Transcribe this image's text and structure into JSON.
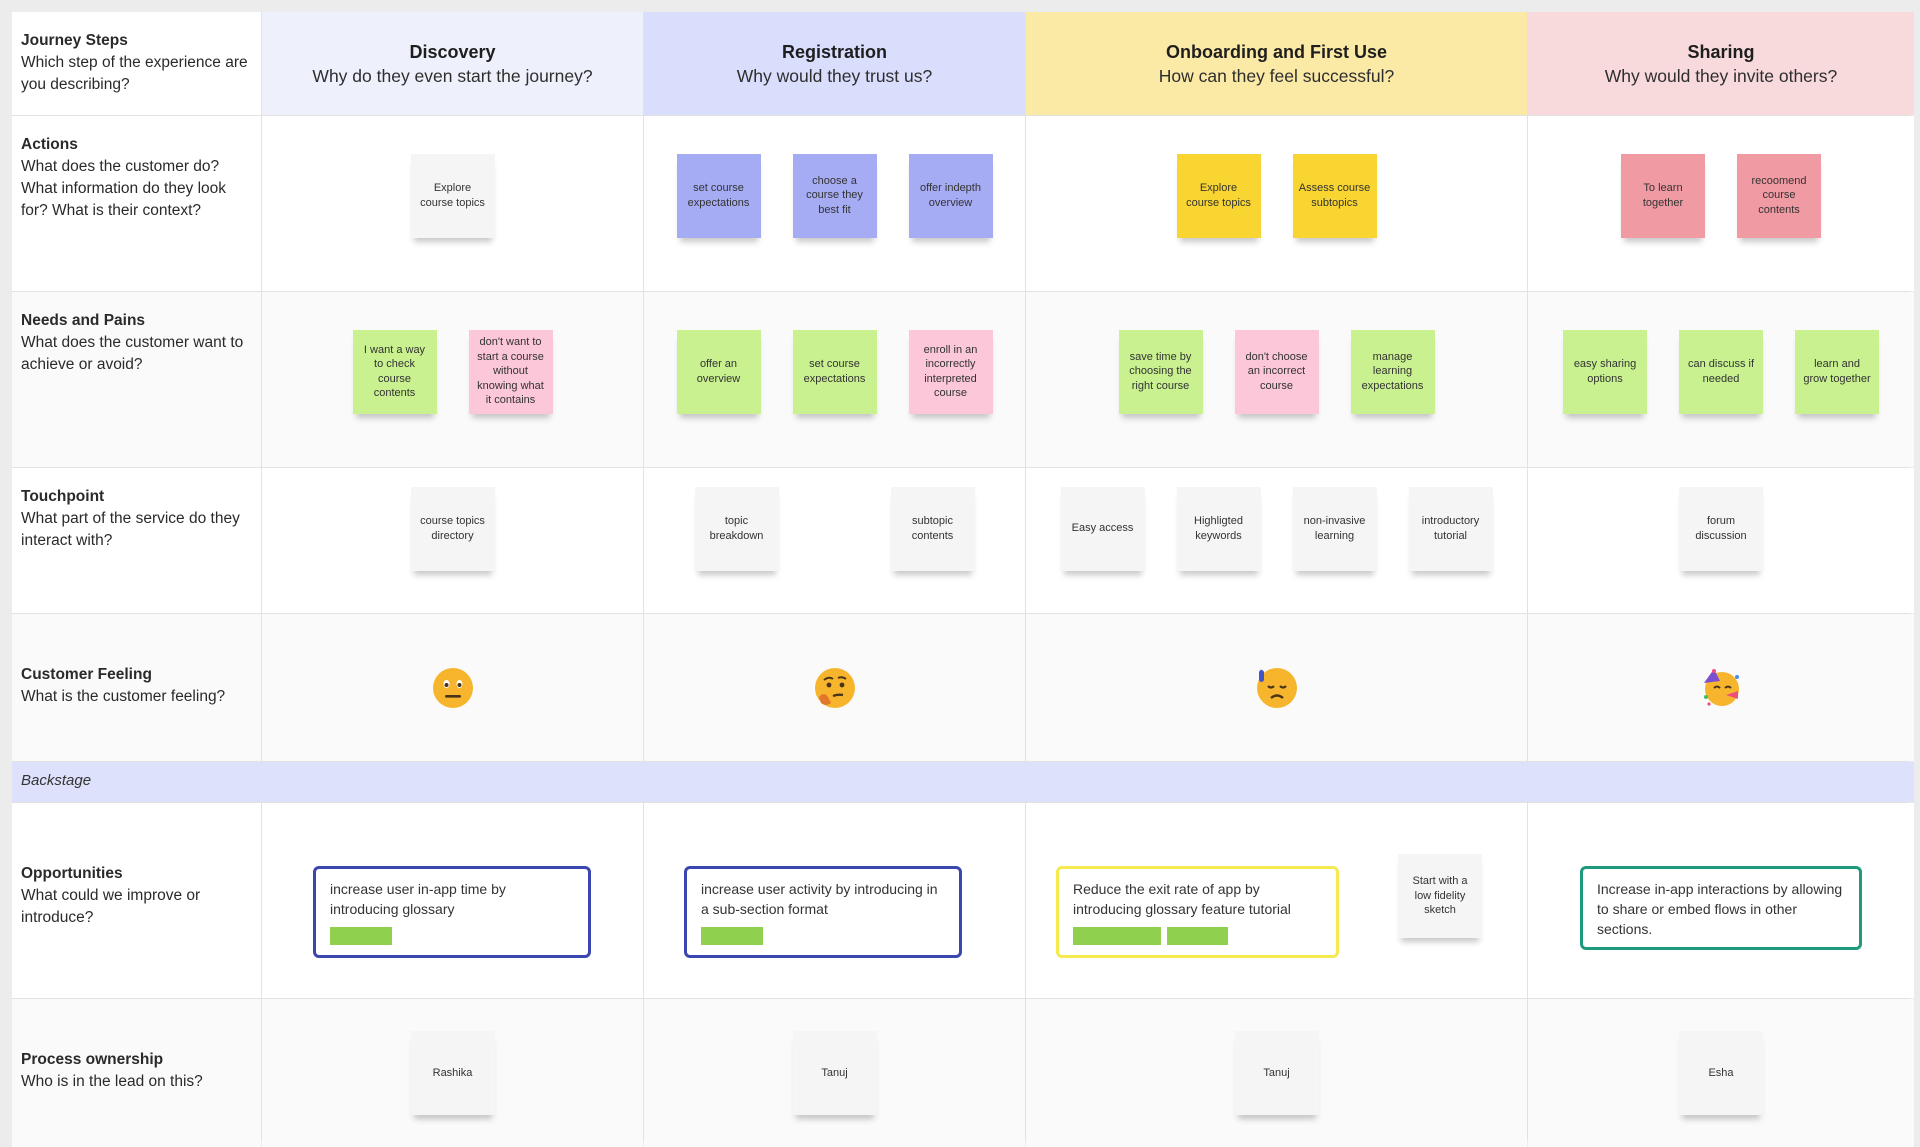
{
  "colors": {
    "discovery": "#eef0fc",
    "registration": "#d9defd",
    "onboarding": "#fbe9a6",
    "sharing": "#f8dadd",
    "backstage": "#dde1fb",
    "opp_blue": "#3c46b0",
    "opp_yellow": "#f4e94f",
    "opp_teal": "#1e9a7c",
    "tag_green": "#8fd14f"
  },
  "rows": [
    {
      "title": "Journey Steps",
      "subtitle": "Which step of the experience are you describing?"
    },
    {
      "title": "Actions",
      "subtitle": "What does the customer do? What information do they look for? What is their context?"
    },
    {
      "title": "Needs and Pains",
      "subtitle": "What does the customer want to achieve or avoid?"
    },
    {
      "title": "Touchpoint",
      "subtitle": "What part of the service do they interact with?"
    },
    {
      "title": "Customer Feeling",
      "subtitle": "What is the customer feeling?"
    },
    {
      "title": "Backstage",
      "subtitle": ""
    },
    {
      "title": "Opportunities",
      "subtitle": "What could we improve or introduce?"
    },
    {
      "title": "Process ownership",
      "subtitle": "Who is in the lead on this?"
    }
  ],
  "stages": [
    {
      "title": "Discovery",
      "question": "Why do they even start the journey?"
    },
    {
      "title": "Registration",
      "question": "Why would they trust us?"
    },
    {
      "title": "Onboarding and First Use",
      "question": "How can they feel successful?"
    },
    {
      "title": "Sharing",
      "question": "Why would they invite others?"
    }
  ],
  "actions": [
    [
      "Explore course topics"
    ],
    [
      "set course expectations",
      "choose a course they best fit",
      "offer indepth overview"
    ],
    [
      "Explore course topics",
      "Assess course subtopics"
    ],
    [
      "To learn together",
      "recoomend course contents"
    ]
  ],
  "needs": [
    [
      "I want a way to check course contents",
      "don't want to start a course without knowing what it contains"
    ],
    [
      "offer an overview",
      "set course expectations",
      "enroll in an incorrectly interpreted course"
    ],
    [
      "save time by choosing the right course",
      "don't choose an incorrect course",
      "manage learning expectations"
    ],
    [
      "easy sharing options",
      "can discuss if needed",
      "learn and grow together"
    ]
  ],
  "touchpoints": [
    [
      "course topics directory"
    ],
    [
      "topic breakdown",
      "subtopic contents"
    ],
    [
      "Easy access",
      "Highligted keywords",
      "non-invasive learning",
      "introductory tutorial"
    ],
    [
      "forum discussion"
    ]
  ],
  "feelings": [
    "neutral-face-icon",
    "thinking-face-icon",
    "worried-sweat-face-icon",
    "party-face-icon"
  ],
  "opportunities": [
    {
      "text": "increase user in-app time by introducing glossary"
    },
    {
      "text": "increase user activity by introducing in a sub-section format"
    },
    {
      "text": "Reduce the exit rate of app by introducing glossary feature tutorial",
      "extra_note": "Start with a low fidelity sketch"
    },
    {
      "text": "Increase in-app interactions by allowing to share or embed flows in other sections."
    }
  ],
  "owners": [
    "Rashika",
    "Tanuj",
    "Tanuj",
    "Esha"
  ]
}
